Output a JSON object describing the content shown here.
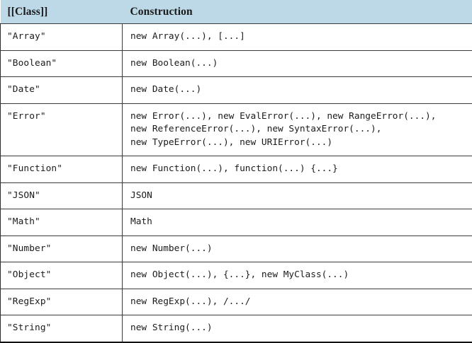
{
  "table": {
    "columns": [
      {
        "key": "class",
        "label": "[[Class]]"
      },
      {
        "key": "construction",
        "label": "Construction"
      }
    ],
    "header_background": "#bdd9e7",
    "rows": [
      {
        "class": "\"Array\"",
        "construction_lines": [
          "new Array(...), [...]"
        ]
      },
      {
        "class": "\"Boolean\"",
        "construction_lines": [
          "new Boolean(...)"
        ]
      },
      {
        "class": "\"Date\"",
        "construction_lines": [
          "new Date(...)"
        ]
      },
      {
        "class": "\"Error\"",
        "construction_lines": [
          "new Error(...), new EvalError(...), new RangeError(...),",
          "new ReferenceError(...), new SyntaxError(...),",
          "new TypeError(...), new URIError(...)"
        ]
      },
      {
        "class": "\"Function\"",
        "construction_lines": [
          "new Function(...), function(...) {...}"
        ]
      },
      {
        "class": "\"JSON\"",
        "construction_lines": [
          "JSON"
        ]
      },
      {
        "class": "\"Math\"",
        "construction_lines": [
          "Math"
        ]
      },
      {
        "class": "\"Number\"",
        "construction_lines": [
          "new Number(...)"
        ]
      },
      {
        "class": "\"Object\"",
        "construction_lines": [
          "new Object(...), {...}, new MyClass(...)"
        ]
      },
      {
        "class": "\"RegExp\"",
        "construction_lines": [
          "new RegExp(...), /.../"
        ]
      },
      {
        "class": "\"String\"",
        "construction_lines": [
          "new String(...)"
        ]
      }
    ]
  }
}
